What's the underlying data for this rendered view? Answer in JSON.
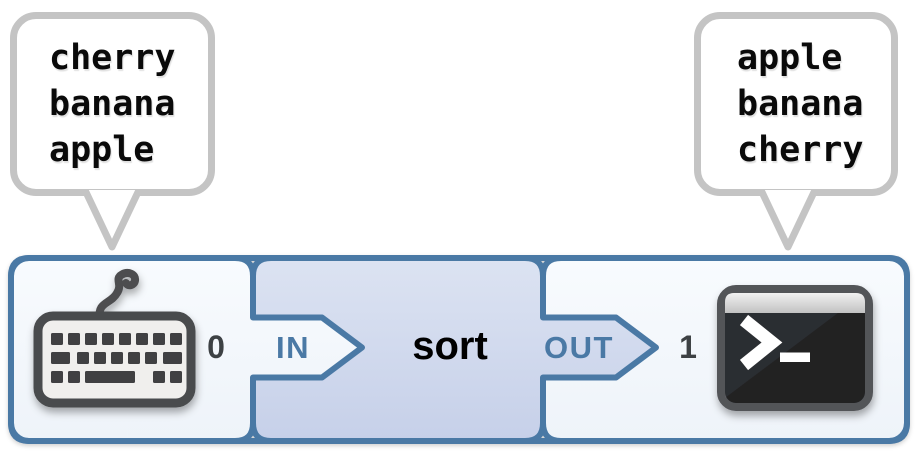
{
  "bubbles": {
    "input": {
      "lines": [
        "cherry",
        "banana",
        "apple"
      ]
    },
    "output": {
      "lines": [
        "apple",
        "banana",
        "cherry"
      ]
    }
  },
  "pipeline": {
    "stdin": {
      "fd": "0",
      "icon": "keyboard-icon"
    },
    "in_label": "IN",
    "command": "sort",
    "out_label": "OUT",
    "stdout": {
      "fd": "1",
      "icon": "terminal-icon"
    }
  },
  "colors": {
    "box_border": "#4a79a5",
    "port_label_blue": "#4a79a5",
    "command_fill_top": "#dce3f2",
    "command_fill_bottom": "#c6d0e9",
    "section_fill": "#f5f8fc",
    "bubble_border": "#c4c4c4",
    "fd_text": "#3d4144",
    "icon_dark_gray": "#4a4b4d",
    "terminal_screen": "#202124"
  }
}
